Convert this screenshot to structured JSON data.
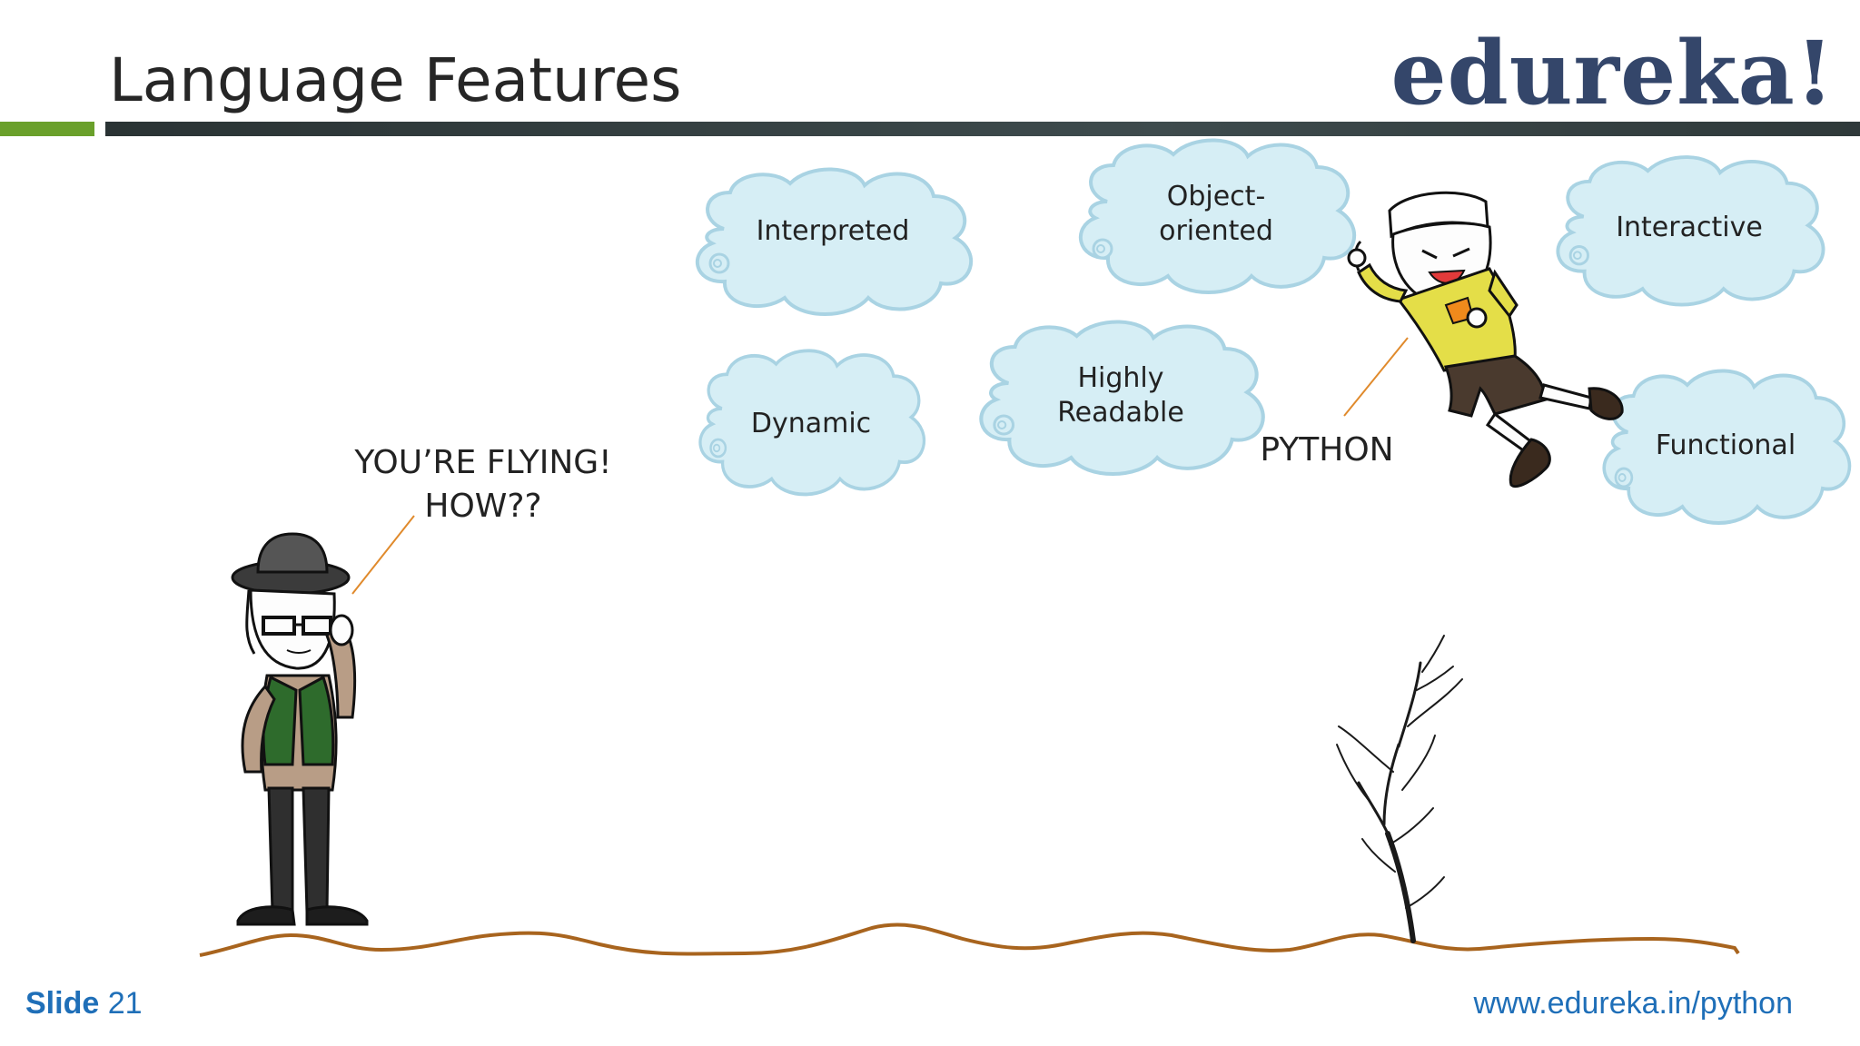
{
  "slide": {
    "title": "Language Features",
    "logo": "edureka!",
    "slide_label": "Slide",
    "slide_number": "21",
    "url": "www.edureka.in/python"
  },
  "clouds": {
    "interpreted": "Interpreted",
    "object_oriented": "Object-\noriented",
    "interactive": "Interactive",
    "dynamic": "Dynamic",
    "highly_readable": "Highly\nReadable",
    "functional": "Functional"
  },
  "speech": {
    "man": "YOU’RE FLYING!\nHOW??",
    "python": "PYTHON"
  },
  "colors": {
    "cloud_fill": "#d6eef5",
    "cloud_stroke": "#a9d3e3",
    "accent_green": "#6aa02b",
    "logo_navy": "#34466a",
    "footer_blue": "#1f6fb8",
    "ground_brown": "#a8641e"
  }
}
